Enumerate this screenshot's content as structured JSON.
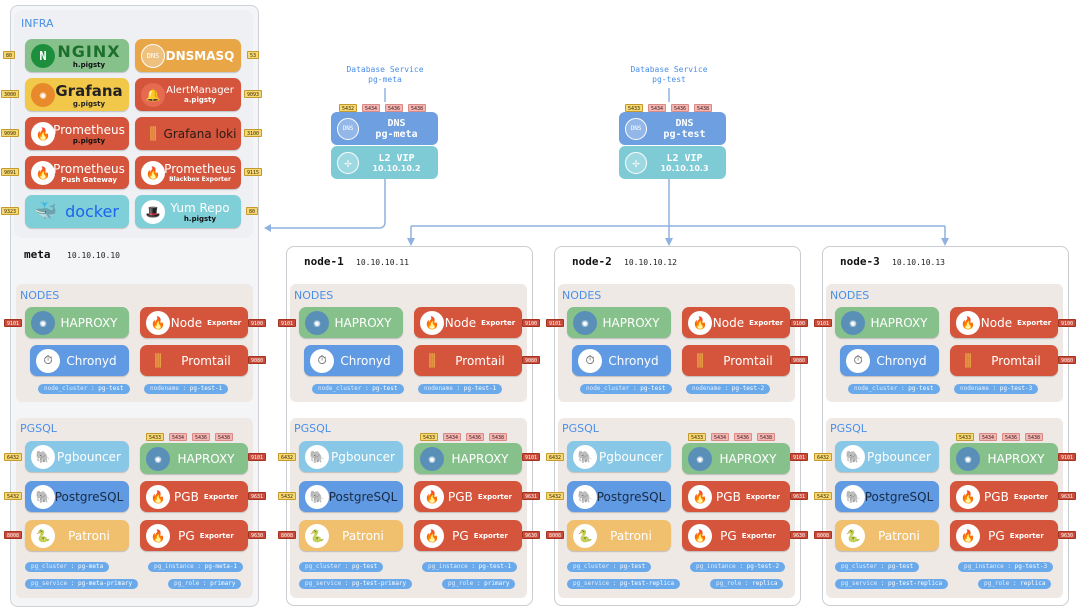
{
  "infra": {
    "title": "INFRA",
    "services": [
      {
        "name": "NGINX",
        "sub": "h.pigsty",
        "port_left": "80",
        "port_right": ""
      },
      {
        "name": "DNSMASQ",
        "sub": "",
        "port_left": "",
        "port_right": "53"
      },
      {
        "name": "Grafana",
        "sub": "g.pigsty",
        "port_left": "3000",
        "port_right": ""
      },
      {
        "name": "AlertManager",
        "sub": "a.pigsty",
        "port_left": "",
        "port_right": "9093"
      },
      {
        "name": "Prometheus",
        "sub": "p.pigsty",
        "port_left": "9090",
        "port_right": ""
      },
      {
        "name": "Grafana loki",
        "sub": "",
        "port_left": "",
        "port_right": "3100"
      },
      {
        "name": "Prometheus",
        "sub": "Push Gateway",
        "port_left": "9091",
        "port_right": ""
      },
      {
        "name": "Prometheus",
        "sub": "Blackbox Exporter",
        "port_left": "",
        "port_right": "9115"
      },
      {
        "name": "docker",
        "sub": "",
        "port_left": "9323",
        "port_right": ""
      },
      {
        "name": "Yum Repo",
        "sub": "h.pigsty",
        "port_left": "",
        "port_right": "80"
      }
    ]
  },
  "db_services": [
    {
      "title": "Database Service",
      "name": "pg-meta",
      "ports": [
        "5432",
        "5434",
        "5436",
        "5438"
      ],
      "dns_label": "DNS",
      "dns_name": "pg-meta",
      "vip_label": "L2 VIP",
      "vip_ip": "10.10.10.2"
    },
    {
      "title": "Database Service",
      "name": "pg-test",
      "ports": [
        "5433",
        "5434",
        "5436",
        "5438"
      ],
      "dns_label": "DNS",
      "dns_name": "pg-test",
      "vip_label": "L2 VIP",
      "vip_ip": "10.10.10.3"
    }
  ],
  "section_titles": {
    "nodes": "NODES",
    "pgsql": "PGSQL"
  },
  "service_labels": {
    "haproxy": "HAPROXY",
    "node": "Node",
    "node_sub": "Exporter",
    "chronyd": "Chronyd",
    "promtail": "Promtail",
    "pgbouncer": "Pgbouncer",
    "postgres": "PostgreSQL",
    "pgb": "PGB",
    "pgb_sub": "Exporter",
    "patroni": "Patroni",
    "pg": "PG",
    "pg_sub": "Exporter"
  },
  "ports": {
    "haproxy": "9101",
    "node_exporter": "9100",
    "promtail": "9080",
    "pgbouncer": "6432",
    "postgres": "5432",
    "patroni": "8008",
    "haproxy_pg": "9101",
    "pgb_exporter": "9631",
    "pg_exporter": "9630",
    "haproxy_svc": [
      "5433",
      "5434",
      "5436",
      "5438"
    ]
  },
  "label_keys": {
    "node_cluster": "node_cluster",
    "nodename": "nodename",
    "pg_cluster": "pg_cluster",
    "pg_instance": "pg_instance",
    "pg_service": "pg_service",
    "pg_role": "pg_role"
  },
  "nodes": [
    {
      "name": "meta",
      "ip": "10.10.10.10",
      "node_cluster": "pg-test",
      "nodename": "pg-test-1",
      "pg_cluster": "pg-meta",
      "pg_instance": "pg-meta-1",
      "pg_service": "pg-meta-primary",
      "pg_role": "primary"
    },
    {
      "name": "node-1",
      "ip": "10.10.10.11",
      "node_cluster": "pg-test",
      "nodename": "pg-test-1",
      "pg_cluster": "pg-test",
      "pg_instance": "pg-test-1",
      "pg_service": "pg-test-primary",
      "pg_role": "primary"
    },
    {
      "name": "node-2",
      "ip": "10.10.10.12",
      "node_cluster": "pg-test",
      "nodename": "pg-test-2",
      "pg_cluster": "pg-test",
      "pg_instance": "pg-test-2",
      "pg_service": "pg-test-replica",
      "pg_role": "replica"
    },
    {
      "name": "node-3",
      "ip": "10.10.10.13",
      "node_cluster": "pg-test",
      "nodename": "pg-test-3",
      "pg_cluster": "pg-test",
      "pg_instance": "pg-test-3",
      "pg_service": "pg-test-replica",
      "pg_role": "replica"
    }
  ],
  "colors": {
    "nginx": "#86c18b",
    "dnsmasq": "#e8a647",
    "grafana": "#f2c84a",
    "alertmanager": "#d4553c",
    "prometheus": "#d4553c",
    "loki": "#d4553c",
    "docker": "#7fcfd8",
    "yum": "#7fcfd8",
    "haproxy": "#86c18b",
    "node_exporter": "#d4553c",
    "chronyd": "#5f9ae3",
    "promtail": "#d4553c",
    "pgbouncer": "#88c8e6",
    "postgres": "#5f9ae3",
    "patroni": "#f0c06e",
    "connector": "#8fb2e0"
  }
}
